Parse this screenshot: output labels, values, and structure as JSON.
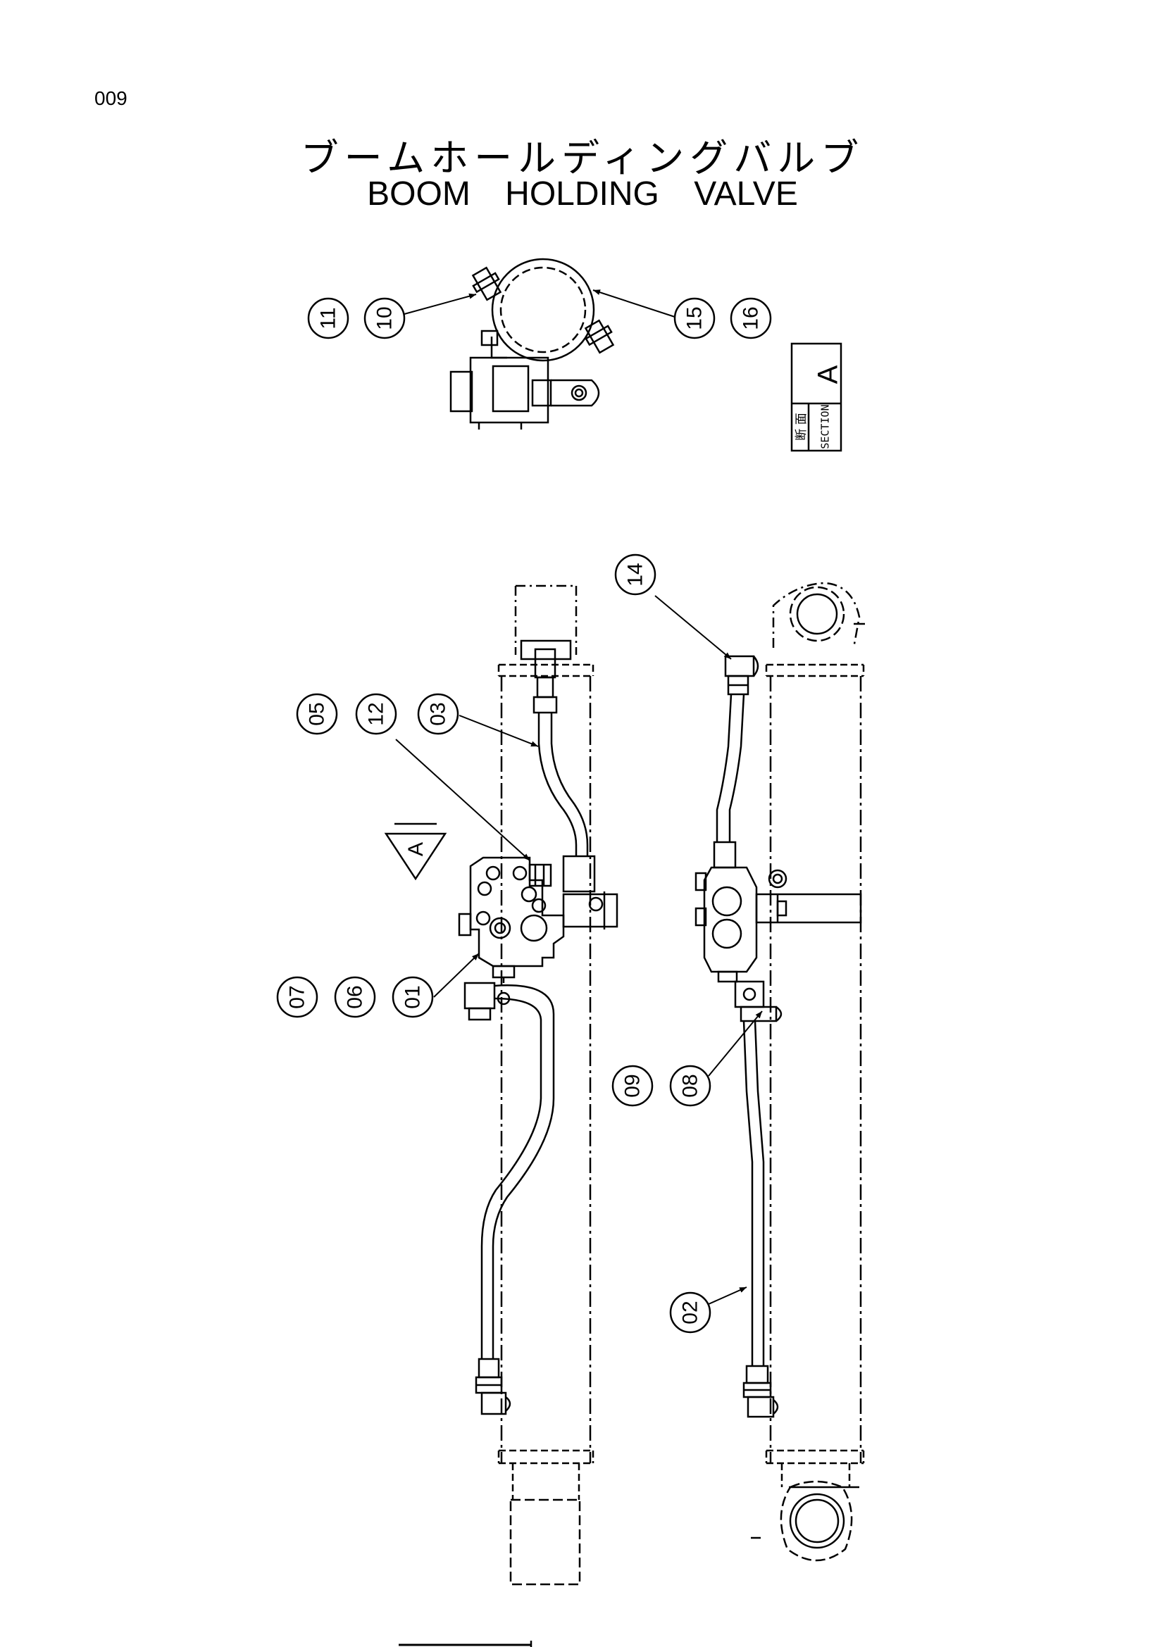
{
  "page_number": "009",
  "title_jp": "ブームホールディングバルブ",
  "title_en": "BOOM HOLDING VALVE",
  "section_box": {
    "letter": "A",
    "jp": "断 面",
    "en": "SECTION"
  },
  "section_arrow_letter": "A",
  "callouts": {
    "c11": "11",
    "c10": "10",
    "c15": "15",
    "c16": "16",
    "c14": "14",
    "c05": "05",
    "c12": "12",
    "c03": "03",
    "c07": "07",
    "c06": "06",
    "c01": "01",
    "c09": "09",
    "c08": "08",
    "c02": "02"
  }
}
